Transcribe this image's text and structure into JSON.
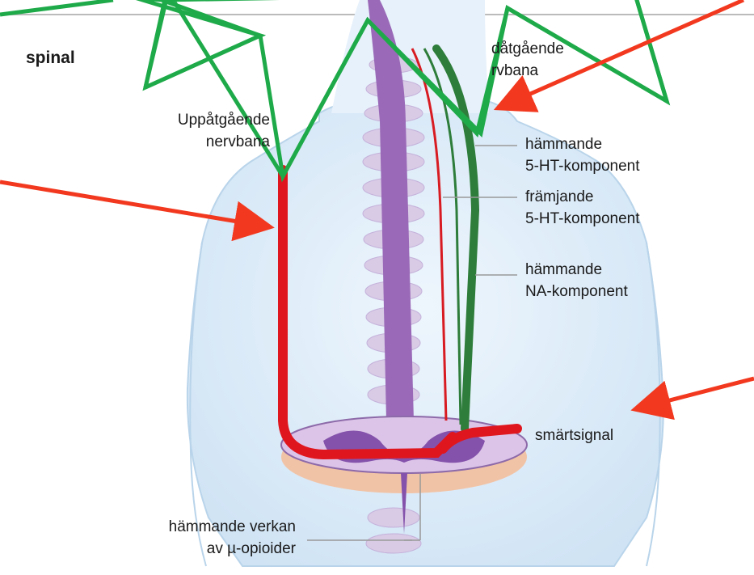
{
  "section_title": "spinal",
  "labels": {
    "ascending_pathway": [
      "Uppåtgående",
      "nervbana"
    ],
    "descending_pathway": [
      "dåtgående",
      "rvbana"
    ],
    "inhibiting_5ht": [
      "hämmande",
      "5-HT-komponent"
    ],
    "promoting_5ht": [
      "främjande",
      "5-HT-komponent"
    ],
    "inhibiting_na": [
      "hämmande",
      "NA-komponent"
    ],
    "pain_signal": "smärtsignal",
    "opioid_action": [
      "hämmande verkan",
      "av µ-opioider"
    ]
  },
  "colors": {
    "ascending": "#e0161e",
    "inhibiting_5ht": "#2e7d3a",
    "promoting_5ht": "#d81b22",
    "arrow_annotation": "#f2391f",
    "star_outline": "#1faa4a",
    "spinal_cord": "#9a6ab8",
    "body": "#d4e7f6"
  },
  "annotations": {
    "star_shape": "green-outlined-star",
    "arrows": [
      "red-arrow-top-right",
      "red-arrow-left",
      "red-arrow-right"
    ]
  }
}
